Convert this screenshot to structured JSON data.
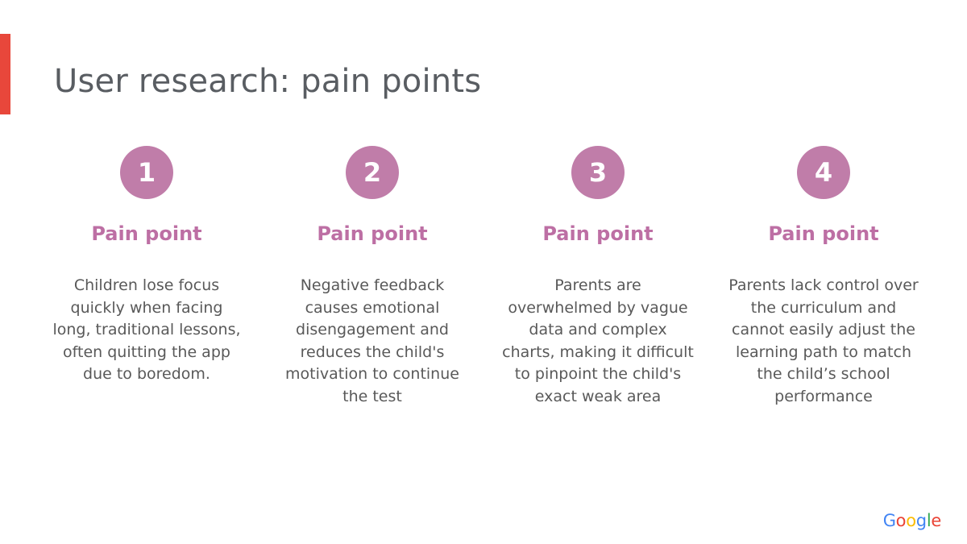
{
  "slide": {
    "title": "User research: pain points",
    "colors": {
      "accent_red": "#e8473b",
      "circle_pink": "#c07da9",
      "heading_pink": "#bd6fa4",
      "body_gray": "#595959",
      "title_gray": "#595d62"
    },
    "columns": [
      {
        "number": "1",
        "heading": "Pain point",
        "body": "Children lose focus quickly when facing long, traditional lessons, often quitting the app due to boredom."
      },
      {
        "number": "2",
        "heading": "Pain point",
        "body": "Negative feedback causes emotional disengagement and reduces the child's motivation to continue the test"
      },
      {
        "number": "3",
        "heading": "Pain point",
        "body": "Parents are overwhelmed by vague data and complex charts, making it difficult to pinpoint the child's exact weak area"
      },
      {
        "number": "4",
        "heading": "Pain point",
        "body": "Parents lack control over the curriculum and cannot easily adjust the learning path to match the child’s school performance"
      }
    ],
    "logo": {
      "name": "Google",
      "letters": [
        {
          "char": "G",
          "color": "#4285F4"
        },
        {
          "char": "o",
          "color": "#EA4335"
        },
        {
          "char": "o",
          "color": "#FBBC05"
        },
        {
          "char": "g",
          "color": "#4285F4"
        },
        {
          "char": "l",
          "color": "#34A853"
        },
        {
          "char": "e",
          "color": "#EA4335"
        }
      ]
    }
  }
}
